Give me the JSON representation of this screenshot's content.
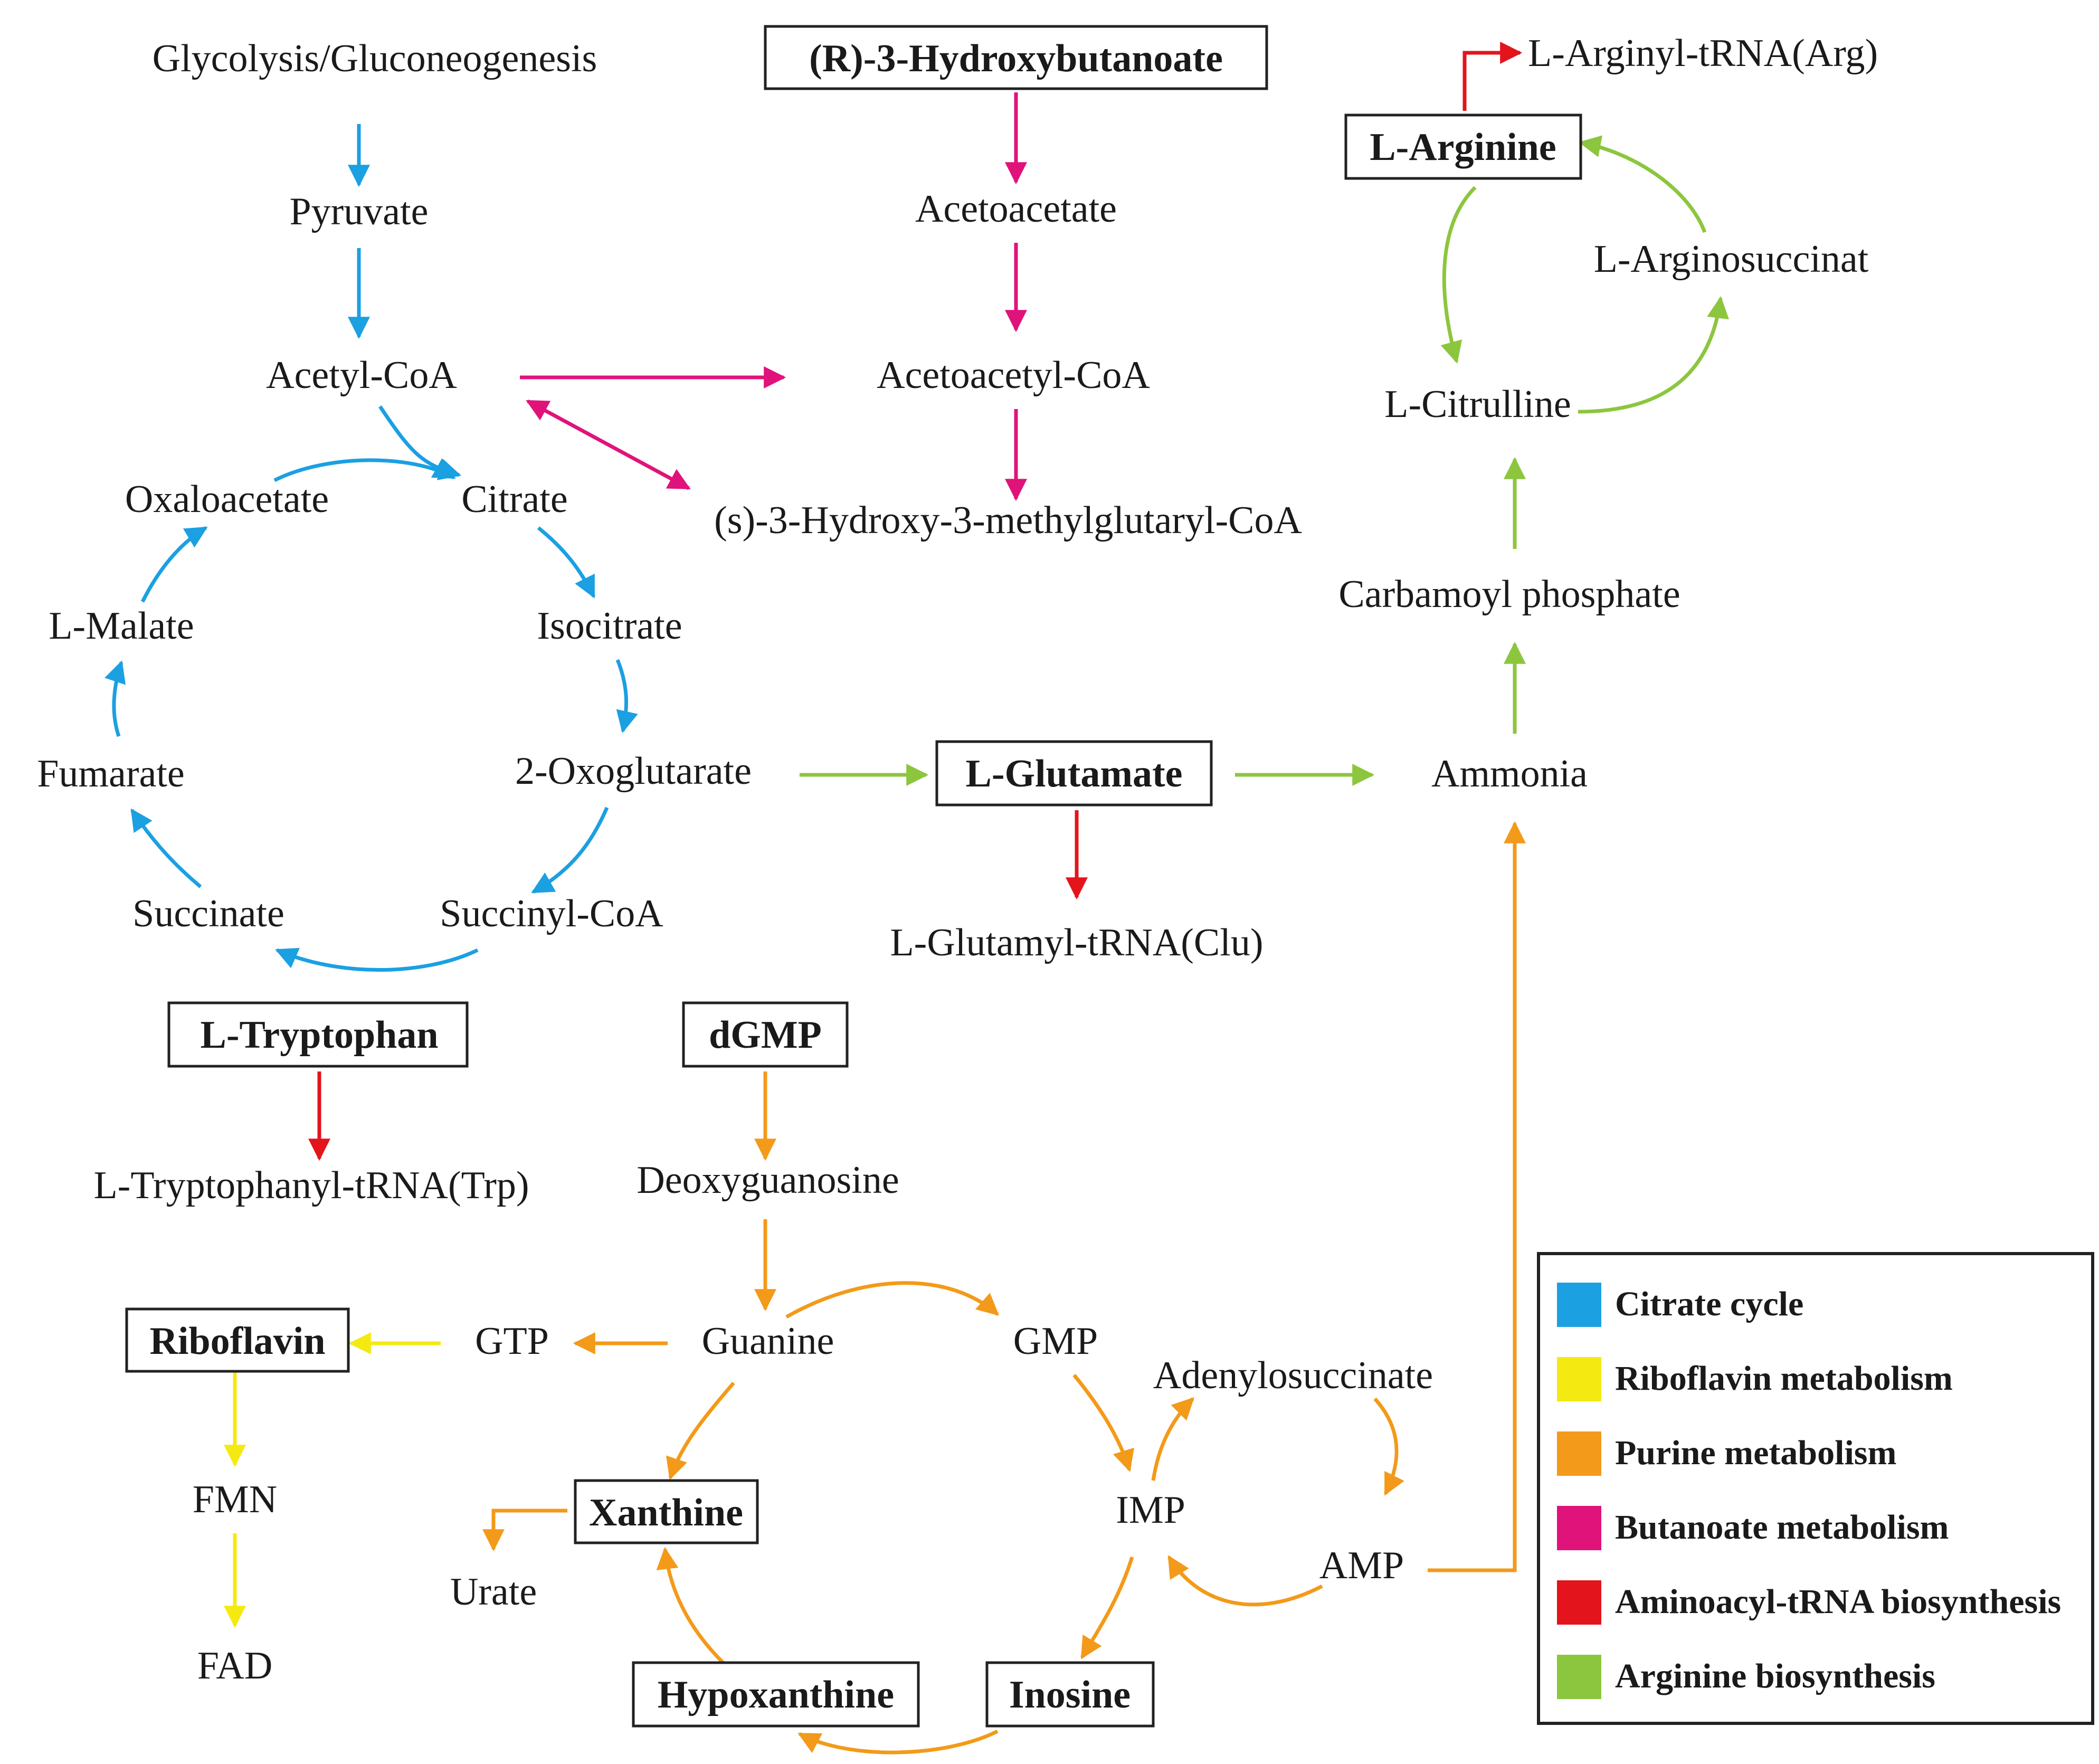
{
  "colors": {
    "citrate": "#1ba0e2",
    "riboflavin": "#f4ea12",
    "purine": "#f39a1a",
    "butanoate": "#e0137a",
    "aminoacyl": "#e3141c",
    "arginine": "#8cc63e"
  },
  "nodes": {
    "glycolysis": "Glycolysis/Gluconeogenesis",
    "pyruvate": "Pyruvate",
    "acetyl_coa": "Acetyl-CoA",
    "oxaloacetate": "Oxaloacetate",
    "citrate": "Citrate",
    "l_malate": "L-Malate",
    "isocitrate": "Isocitrate",
    "fumarate": "Fumarate",
    "oxoglutarate": "2-Oxoglutarate",
    "succinate": "Succinate",
    "succinyl_coa": "Succinyl-CoA",
    "hydroxybutanoate": "(R)-3-Hydroxybutanoate",
    "acetoacetate": "Acetoacetate",
    "acetoacetyl_coa": "Acetoacetyl-CoA",
    "hmg_coa": "(s)-3-Hydroxy-3-methylglutaryl-CoA",
    "arginyl_trna": "L-Arginyl-tRNA(Arg)",
    "l_arginine": "L-Arginine",
    "l_arginosuccinat": "L-Arginosuccinat",
    "l_citrulline": "L-Citrulline",
    "carbamoyl_phosphate": "Carbamoyl phosphate",
    "l_glutamate": "L-Glutamate",
    "ammonia": "Ammonia",
    "glutamyl_trna": "L-Glutamyl-tRNA(Clu)",
    "l_tryptophan": "L-Tryptophan",
    "tryptophanyl_trna": "L-Tryptophanyl-tRNA(Trp)",
    "dgmp": "dGMP",
    "deoxyguanosine": "Deoxyguanosine",
    "riboflavin": "Riboflavin",
    "gtp": "GTP",
    "guanine": "Guanine",
    "gmp": "GMP",
    "adenylosuccinate": "Adenylosuccinate",
    "fmn": "FMN",
    "xanthine": "Xanthine",
    "imp": "IMP",
    "amp": "AMP",
    "urate": "Urate",
    "fad": "FAD",
    "hypoxanthine": "Hypoxanthine",
    "inosine": "Inosine"
  },
  "legend": [
    {
      "label": "Citrate cycle",
      "color": "#1ba0e2"
    },
    {
      "label": "Riboflavin metabolism",
      "color": "#f4ea12"
    },
    {
      "label": "Purine metabolism",
      "color": "#f39a1a"
    },
    {
      "label": "Butanoate metabolism",
      "color": "#e0137a"
    },
    {
      "label": "Aminoacyl-tRNA biosynthesis",
      "color": "#e3141c"
    },
    {
      "label": "Arginine biosynthesis",
      "color": "#8cc63e"
    }
  ]
}
